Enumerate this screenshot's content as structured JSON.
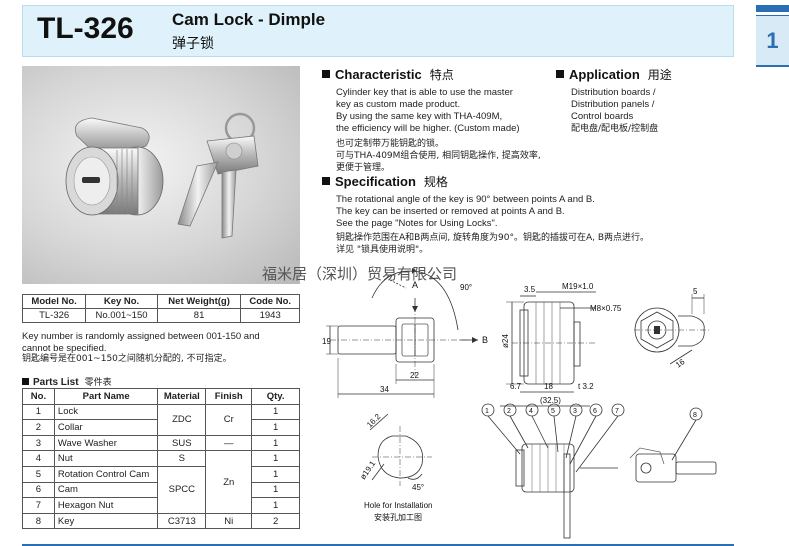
{
  "header": {
    "model_code": "TL-326",
    "title_en": "Cam Lock - Dimple",
    "title_cn": "弹子锁"
  },
  "side_tab": {
    "number": "1"
  },
  "characteristic": {
    "heading": "Characteristic",
    "heading_cn": "特点",
    "lines": [
      "Cylinder key that is able to use the master",
      "key as custom made product.",
      "By using the same key with THA-409M,",
      "the efficiency will be higher. (Custom made)"
    ],
    "lines_cn": [
      "也可定制带万能钥匙的锁。",
      "可与THA-409M组合使用, 相同钥匙操作, 提高效率, 更便于管理。"
    ]
  },
  "application": {
    "heading": "Application",
    "heading_cn": "用途",
    "lines": [
      "Distribution boards /",
      "Distribution panels /",
      "Control boards"
    ],
    "line_cn": "配电盘/配电板/控制盘"
  },
  "specification": {
    "heading": "Specification",
    "heading_cn": "规格",
    "lines": [
      "The rotational angle of the key is 90° between points A and B.",
      "The key can be inserted or removed at points A and B.",
      "See the page \"Notes for Using Locks\"."
    ],
    "lines_cn": [
      "钥匙操作范围在A和B两点间, 旋转角度为90°。钥匙的插拔可在A, B两点进行。",
      "详见 \"锁具使用说明\"。"
    ]
  },
  "watermark": "福米居（深圳）贸易有限公司",
  "spec_table": {
    "headers": [
      "Model No.",
      "Key No.",
      "Net Weight(g)",
      "Code No."
    ],
    "rows": [
      [
        "TL-326",
        "No.001~150",
        "81",
        "1943"
      ]
    ]
  },
  "key_note": {
    "lines": [
      "Key number is randomly assigned between 001-150 and",
      "cannot be specified."
    ],
    "line_cn": "钥匙编号是在001~150之间随机分配的, 不可指定。"
  },
  "parts_list": {
    "heading": "Parts List",
    "heading_cn": "零件表",
    "headers": [
      "No.",
      "Part Name",
      "Material",
      "Finish",
      "Qty."
    ],
    "rows": [
      {
        "no": "1",
        "name": "Lock",
        "qty": "1"
      },
      {
        "no": "2",
        "name": "Collar",
        "qty": "1"
      },
      {
        "no": "3",
        "name": "Wave Washer",
        "qty": "1"
      },
      {
        "no": "4",
        "name": "Nut",
        "qty": "1"
      },
      {
        "no": "5",
        "name": "Rotation Control Cam",
        "qty": "1"
      },
      {
        "no": "6",
        "name": "Cam",
        "qty": "1"
      },
      {
        "no": "7",
        "name": "Hexagon Nut",
        "qty": "1"
      },
      {
        "no": "8",
        "name": "Key",
        "qty": "2"
      }
    ],
    "materials": {
      "zdc": "ZDC",
      "sus": "SUS",
      "s": "S",
      "spcc": "SPCC",
      "c3713": "C3713"
    },
    "finishes": {
      "cr": "Cr",
      "dash": "—",
      "zn": "Zn",
      "ni": "Ni"
    }
  },
  "drawing": {
    "angle": "90°",
    "point_a": "A",
    "point_b": "B",
    "dim_19": "19",
    "dim_22": "22",
    "dim_34": "34",
    "dim_3_5": "3.5",
    "dim_m19": "M19×1.0",
    "dim_m8": "M8×0.75",
    "dim_d24": "ø24",
    "dim_6_7": "6.7",
    "dim_18": "18",
    "dim_t3_2": "t 3.2",
    "dim_32_5": "(32.5)",
    "dim_5": "5",
    "dim_16": "16",
    "dim_16_2": "16.2",
    "dim_d19_1": "ø19.1",
    "dim_45": "45°",
    "hole_label": "Hole for Installation",
    "hole_label_cn": "安装孔加工图",
    "balloons": [
      "1",
      "2",
      "3",
      "4",
      "5",
      "6",
      "7",
      "8"
    ]
  }
}
